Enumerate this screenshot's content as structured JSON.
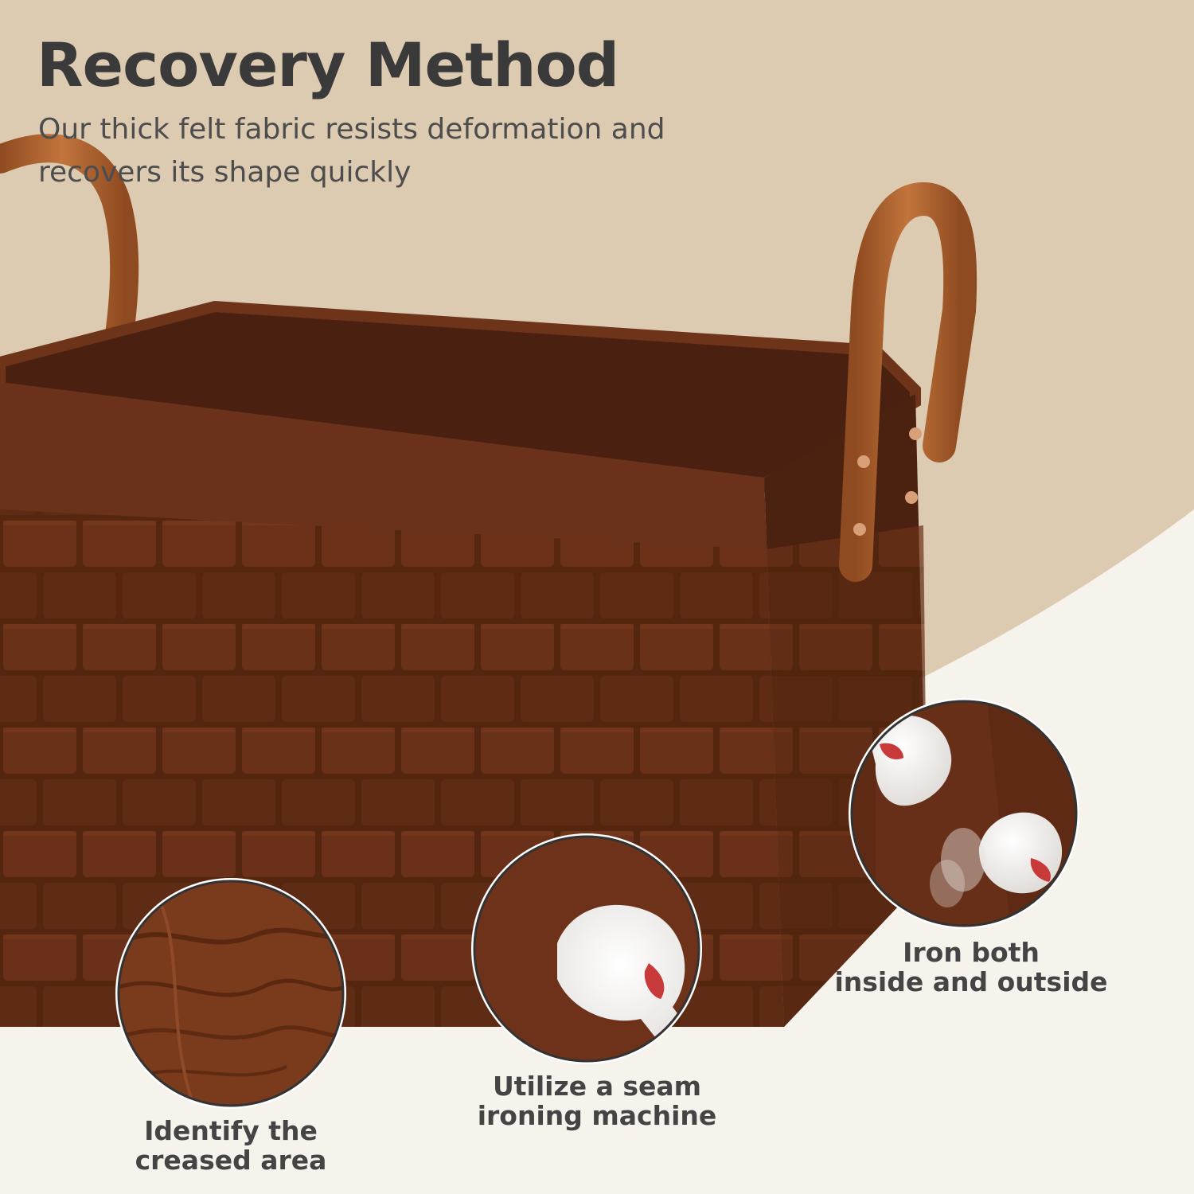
{
  "headline": "Recovery Method",
  "subline": "Our thick felt fabric resists deformation and recovers its shape quickly",
  "steps": [
    {
      "caption_line1": "Identify the",
      "caption_line2": "creased area"
    },
    {
      "caption_line1": "Utilize a seam",
      "caption_line2": "ironing machine"
    },
    {
      "caption_line1": "Iron both",
      "caption_line2": "inside and outside"
    }
  ],
  "colors": {
    "background_top": "#dccbb0",
    "background_bottom": "#f6f2ec",
    "felt_brown": "#5a2a12",
    "leather_handle": "#b2642f",
    "iron_tip": "#c83a3a"
  }
}
